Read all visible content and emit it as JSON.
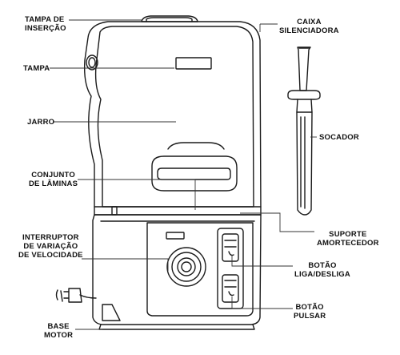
{
  "labels": {
    "tampa_insercao": [
      "TAMPA DE",
      "INSERÇÃO"
    ],
    "tampa": [
      "TAMPA"
    ],
    "jarro": [
      "JARRO"
    ],
    "conjunto_laminas": [
      "CONJUNTO",
      "DE LÂMINAS"
    ],
    "interruptor": [
      "INTERRUPTOR",
      "DE VARIAÇÃO",
      "DE VELOCIDADE"
    ],
    "base_motor": [
      "BASE",
      "MOTOR"
    ],
    "caixa_silenciadora": [
      "CAIXA",
      "SILENCIADORA"
    ],
    "socador": [
      "SOCADOR"
    ],
    "suporte_amortecedor": [
      "SUPORTE",
      "AMORTECEDOR"
    ],
    "botao_liga": [
      "BOTÃO",
      "LIGA/DESLIGA"
    ],
    "botao_pulsar": [
      "BOTÃO",
      "PULSAR"
    ]
  },
  "icons": {
    "blender": "blender-icon",
    "tamper": "tamper-icon",
    "plug": "power-plug-icon",
    "knob": "speed-knob-icon"
  },
  "colors": {
    "stroke": "#1a1a1a",
    "leader": "#333333",
    "background": "#ffffff"
  }
}
